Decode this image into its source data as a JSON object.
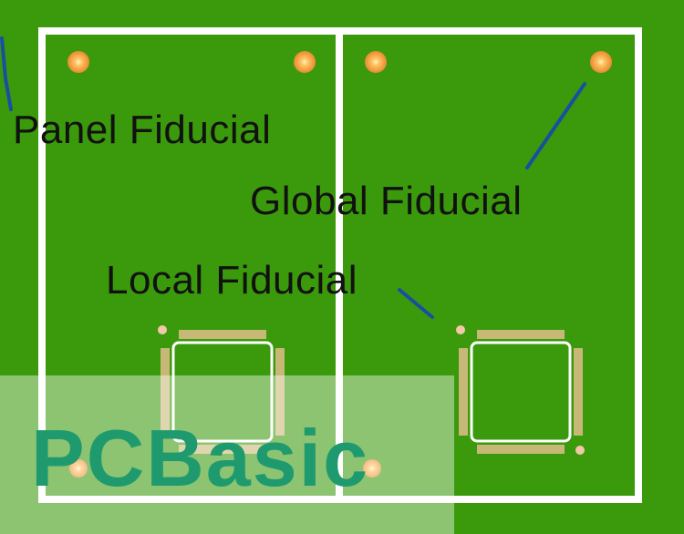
{
  "labels": {
    "panel_fiducial": "Panel Fiducial",
    "global_fiducial": "Global Fiducial",
    "local_fiducial": "Local Fiducial"
  },
  "watermark": "PCBasic",
  "colors": {
    "board_green": "#3a9a0c",
    "outline_white": "#ffffff",
    "fiducial_orange": "#f0a040",
    "leader_blue": "#1a4fa0",
    "pad_tan": "#c8b878",
    "watermark_text": "#1f9a6e"
  }
}
